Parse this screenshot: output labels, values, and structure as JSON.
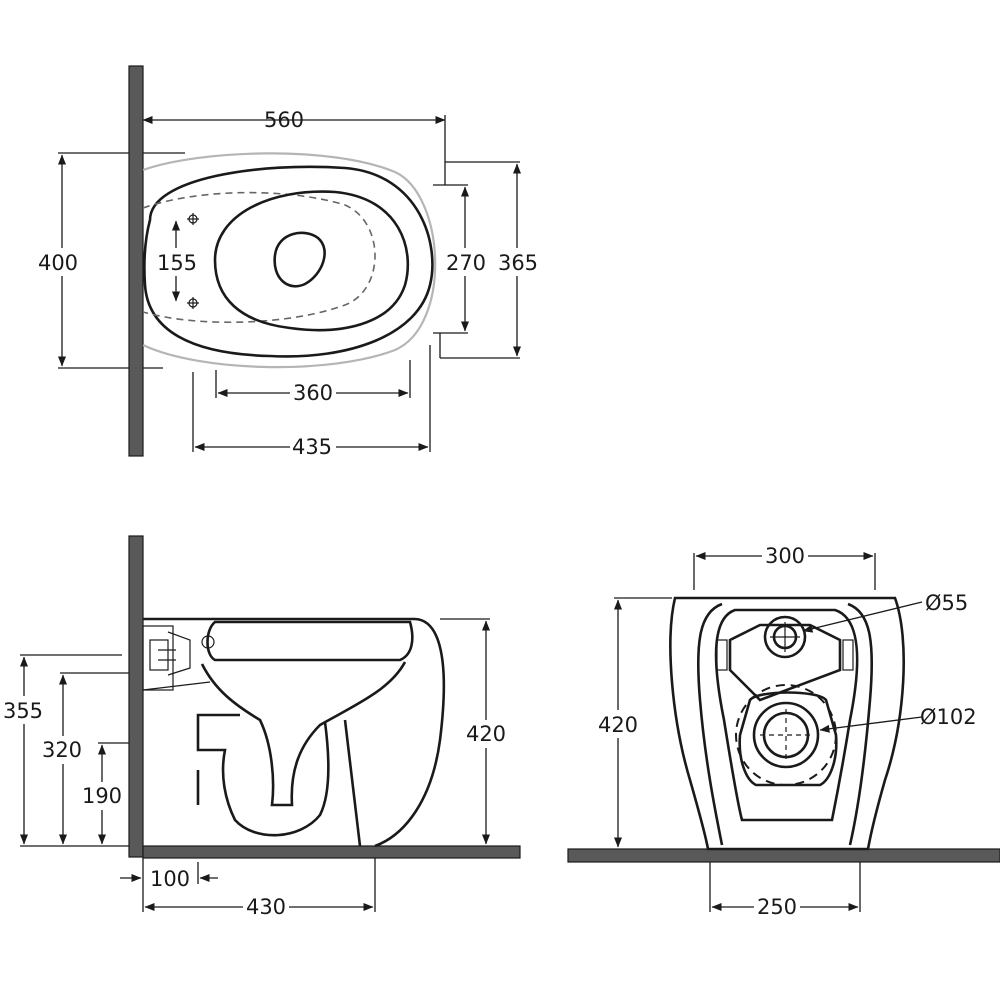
{
  "top_view": {
    "width_label": "560",
    "depth_label": "400",
    "fixing_spacing_label": "155",
    "inner_width_label": "270",
    "outer_width_label": "365",
    "seat_length_label": "360",
    "bowl_length_label": "435"
  },
  "side_view": {
    "height_355_label": "355",
    "height_320_label": "320",
    "height_190_label": "190",
    "height_420_label": "420",
    "offset_100_label": "100",
    "depth_430_label": "430"
  },
  "front_view": {
    "width_300_label": "300",
    "height_420_label": "420",
    "inlet_diameter_label": "Ø55",
    "outlet_diameter_label": "Ø102",
    "base_width_label": "250"
  }
}
